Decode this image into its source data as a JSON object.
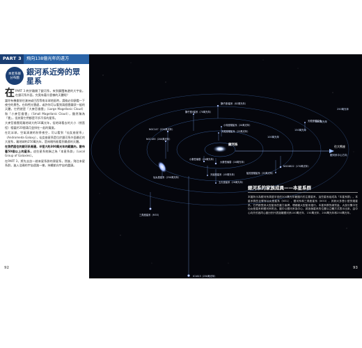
{
  "left_page": {
    "part_label": "PART 3",
    "part_title": "飛向138億光年的遠方",
    "badge_line1": "本星系群",
    "badge_line2": "分布圖",
    "chapter_title": "銀河系近旁的眾星系",
    "drop_cap": "在",
    "paragraphs": [
      "PART 3 終於離開了銀河系，來到廣闊無邊的大宇宙。在銀河系外面，究竟有著什麼樣的天體呢？",
      "當你有機會前往澳洲或巴西等南半球地區時，請務必仰頭看一下夜空的景色。在和煦光雲處，或許你可以看到兩個雲霧狀一般的天體，它們就是「大麥哲倫雲」（Large Magellanic Cloud）和「小麥哲倫雲」（Small Magellanic Cloud），雖然稱為「雲」，但其實它們都是不折不扣的星系。",
      "大麥哲倫雲距離地球大約16萬光年，從地球看去的大小（視直徑）相當於20個滿月並排在一起的寬度。",
      "在北半球，空氣清澈的秋季夜空，可以看到「仙女座星系」（Andromeda Galaxy），仙女座星系是位於銀河系外面最近的大星系，離地球約250萬光年，是肉眼所能看到最遠的天體。"
    ],
    "bold_para": "在我們居住的銀河系周邊，半徑大約300萬光年的範圍內，散布著50個以上的星系，",
    "tail_para": "這些星系統稱之為「本星系群」（Local Group of Galaxies）。",
    "last_para": "在PART 3，將先去訪一趟本星系群的眾星系，然後，飛往本星系群，進入浩瀚的宇宙遠路一樣，持續航向宇宙的盡頭。",
    "page_number": "92"
  },
  "right_page": {
    "page_number": "93",
    "ring_labels": [
      "250萬光年",
      "200萬光年",
      "150萬光年",
      "100萬光年"
    ],
    "center_label": "銀河系",
    "direction_label": "往大熊座",
    "direction_sub": "銀河系中心方向",
    "galaxies": [
      {
        "name": "獅子座I星系（82萬光年）"
      },
      {
        "name": "獅子座II星系（70萬光年）"
      },
      {
        "name": "小熊座矮星系（20萬光年）"
      },
      {
        "name": "天龍座矮星系（25萬光年）"
      },
      {
        "name": "NGC147（220萬光年）"
      },
      {
        "name": "NGC185（200萬光年）"
      },
      {
        "name": "仙女座星系（250萬光年）"
      },
      {
        "name": "三角座星系（M33）"
      },
      {
        "name": "大麥哲倫雲（16萬光年）"
      },
      {
        "name": "小麥哲倫雲（20萬光年）"
      },
      {
        "name": "NGC6822（170萬光年）"
      },
      {
        "name": "IC1613（230萬光年）"
      },
      {
        "name": "天爐座星系（45萬光年）"
      },
      {
        "name": "玉夫座星系（28萬光年）"
      },
      {
        "name": "船底座矮星系（33萬光年）"
      },
      {
        "name": "天龍座矮星系"
      }
    ],
    "callout_title": "銀河系的家族成員——本星系群",
    "callout_text": "本圖所示為銀河系周邊半徑約300萬光年範圍內的主要星系，這些星系組成為「本星系群」。本星系群的巨擘有仙女座星系（M31）、銀河系和三角座星系（M33），其餘大多是小型的矮星系，它們都受到大型星系的重力束縛，環繞著大型星系運行。本星系群的總質量，大部分集中在仙女座星系和銀河系附近。圖中以銀河系為中心，將各個星系的位置以立體方式表示出來，由中心向外的各同心圓分別代表距離銀河系100萬光年、150萬光年、200萬光年和250萬光年。"
  },
  "colors": {
    "part_bar": "#1a3e73",
    "title_blue": "#1b3f74",
    "space_bg": "#05060c",
    "orbit_line": "#4a7cc9"
  }
}
